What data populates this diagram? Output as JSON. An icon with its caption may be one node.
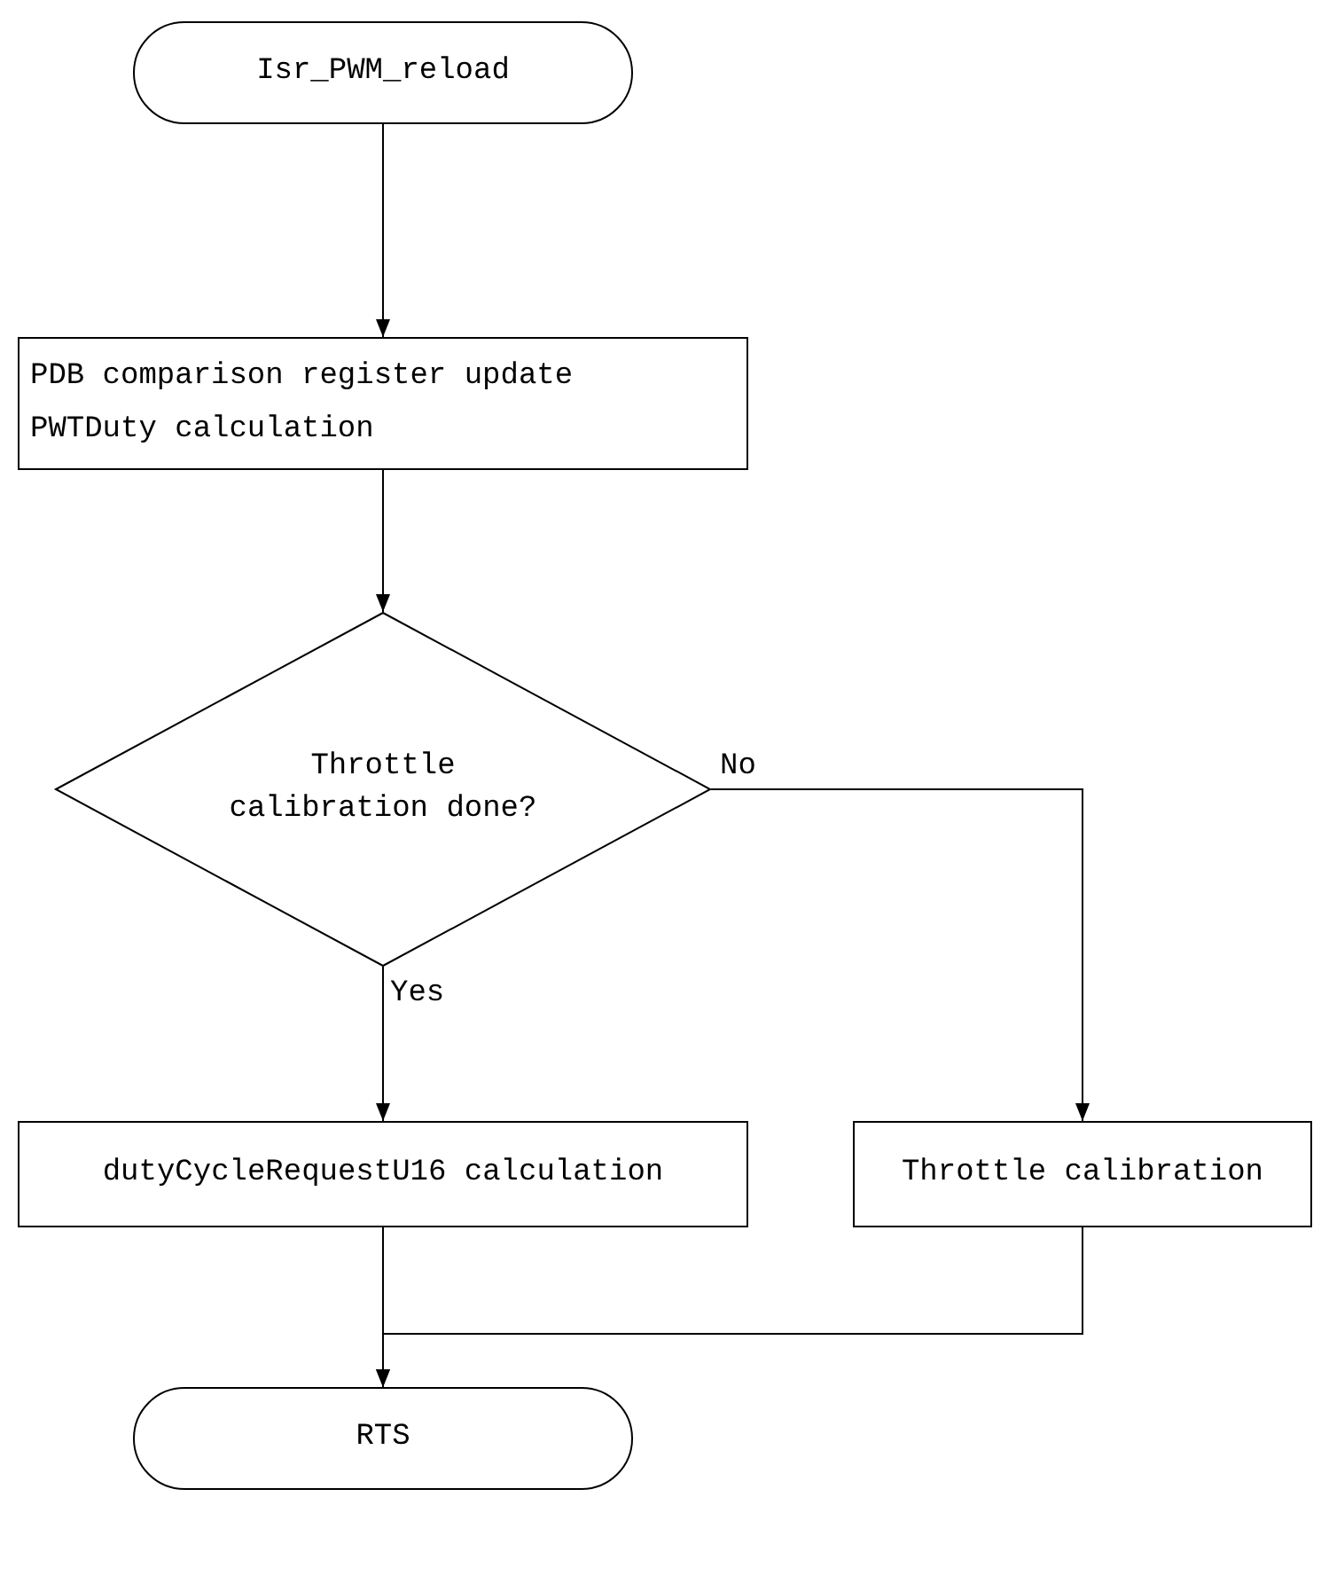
{
  "diagram": {
    "nodes": [
      {
        "text": [
          "Isr_PWM_reload"
        ]
      },
      {
        "text": [
          "PDB comparison register update",
          "PWTDuty calculation"
        ]
      },
      {
        "text": [
          "Throttle calibration done?"
        ]
      },
      {
        "text": [
          "dutyCycleRequestU16 calculation"
        ]
      },
      {
        "text": [
          "Throttle calibration"
        ]
      },
      {
        "text": [
          "RTS"
        ]
      }
    ],
    "edges": [
      {
        "from": 0,
        "to": 1,
        "arrow": "to"
      },
      {
        "from": 1,
        "to": 2,
        "arrow": "to"
      },
      {
        "from": 2,
        "to": 3,
        "arrow": "to",
        "label": "Yes"
      },
      {
        "from": 2,
        "to": 4,
        "arrow": "to",
        "label": "No"
      },
      {
        "from": 3,
        "to": 5,
        "arrow": "to"
      },
      {
        "from": 4,
        "to": 5,
        "arrow": "to"
      }
    ]
  }
}
